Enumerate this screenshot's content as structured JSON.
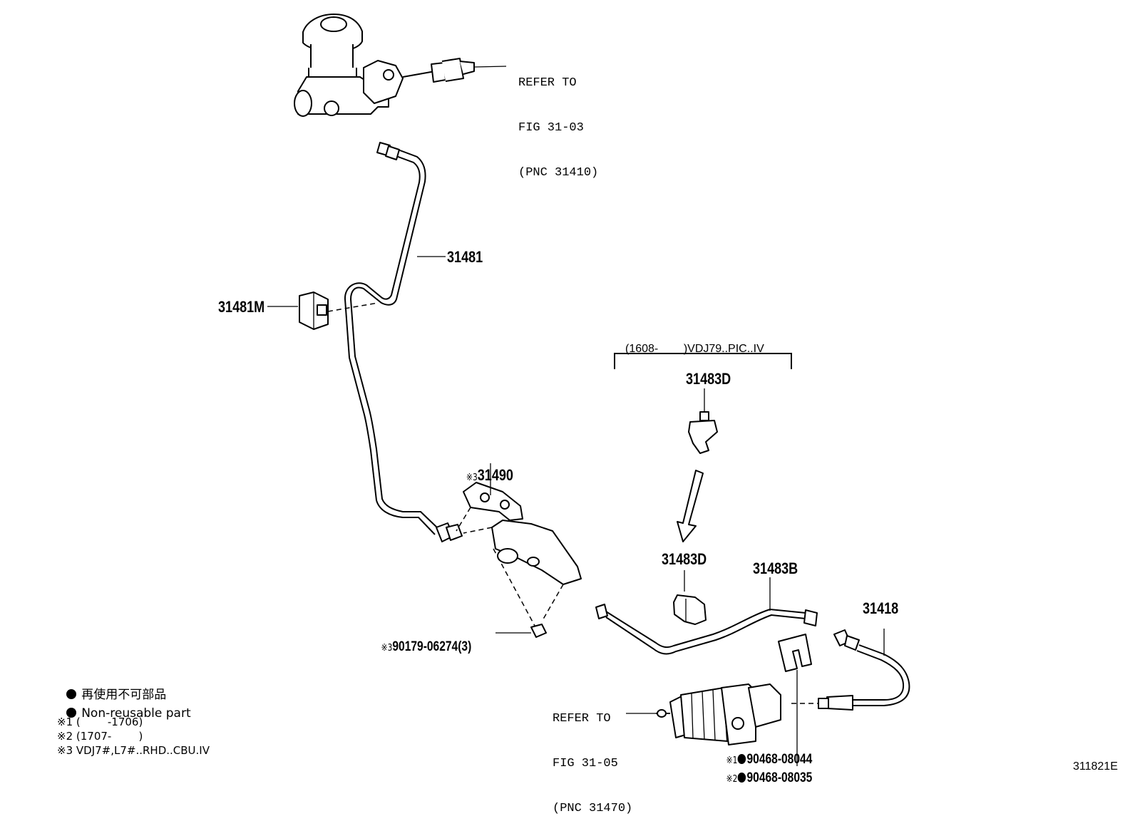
{
  "refs": {
    "master_cylinder": [
      "REFER TO",
      "FIG 31-03",
      "(PNC 31410)"
    ],
    "release_cylinder": [
      "REFER TO",
      "FIG 31-05",
      "(PNC 31470)"
    ]
  },
  "parts": {
    "p31481": "31481",
    "p31481M": "31481M",
    "p31490": "31490",
    "p31490_mark": "※3",
    "p90179": "90179-06274(3)",
    "p90179_mark": "※3",
    "p31483D_top": "31483D",
    "p31483D": "31483D",
    "p31483B": "31483B",
    "p31418": "31418",
    "p90468_1": "90468-08044",
    "p90468_1_mark": "※1",
    "p90468_2": "90468-08035",
    "p90468_2_mark": "※2"
  },
  "bracket_header": "(1608-        )VDJ79..PIC..IV",
  "legend": {
    "jp": "再使用不可部品",
    "en": "Non-reusable part",
    "notes": [
      "※1 (        -1706)",
      "※2 (1707-        )",
      "※3 VDJ7#,L7#..RHD..CBU.IV"
    ]
  },
  "figure_id": "311821E",
  "icons": {
    "non_reusable": "filled-circle",
    "arrow": "down-left-arrow"
  }
}
